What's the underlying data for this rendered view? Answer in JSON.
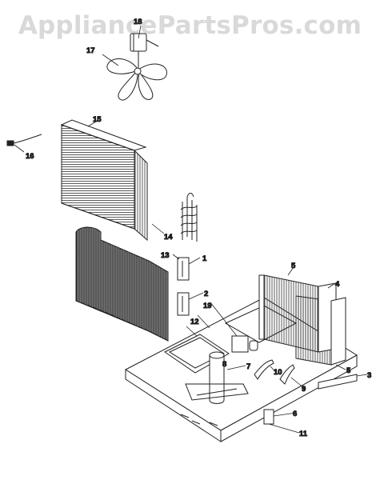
{
  "watermark": {
    "text": "AppliancePartsPros.com",
    "color": "#d9d9d9"
  },
  "callouts": [
    {
      "id": "c1",
      "label": "1"
    },
    {
      "id": "c2",
      "label": "2"
    },
    {
      "id": "c3",
      "label": "3"
    },
    {
      "id": "c4",
      "label": "4"
    },
    {
      "id": "c5a",
      "label": "5"
    },
    {
      "id": "c5b",
      "label": "5"
    },
    {
      "id": "c6",
      "label": "6"
    },
    {
      "id": "c7",
      "label": "7"
    },
    {
      "id": "c8",
      "label": "8"
    },
    {
      "id": "c9",
      "label": "9"
    },
    {
      "id": "c10",
      "label": "10"
    },
    {
      "id": "c11",
      "label": "11"
    },
    {
      "id": "c12",
      "label": "12"
    },
    {
      "id": "c13",
      "label": "13"
    },
    {
      "id": "c14",
      "label": "14"
    },
    {
      "id": "c15",
      "label": "15"
    },
    {
      "id": "c16",
      "label": "16"
    },
    {
      "id": "c17",
      "label": "17"
    },
    {
      "id": "c18",
      "label": "18"
    },
    {
      "id": "c19",
      "label": "19"
    }
  ],
  "parts": [
    {
      "icon": "fan-motor-icon"
    },
    {
      "icon": "fan-blade-icon"
    },
    {
      "icon": "power-cord-icon"
    },
    {
      "icon": "condenser-coil-icon"
    },
    {
      "icon": "capillary-tube-icon"
    },
    {
      "icon": "wrapper-shroud-icon"
    },
    {
      "icon": "base-pan-icon"
    },
    {
      "icon": "compressor-icon"
    },
    {
      "icon": "evaporator-coil-icon"
    },
    {
      "icon": "overload-relay-icon"
    }
  ]
}
